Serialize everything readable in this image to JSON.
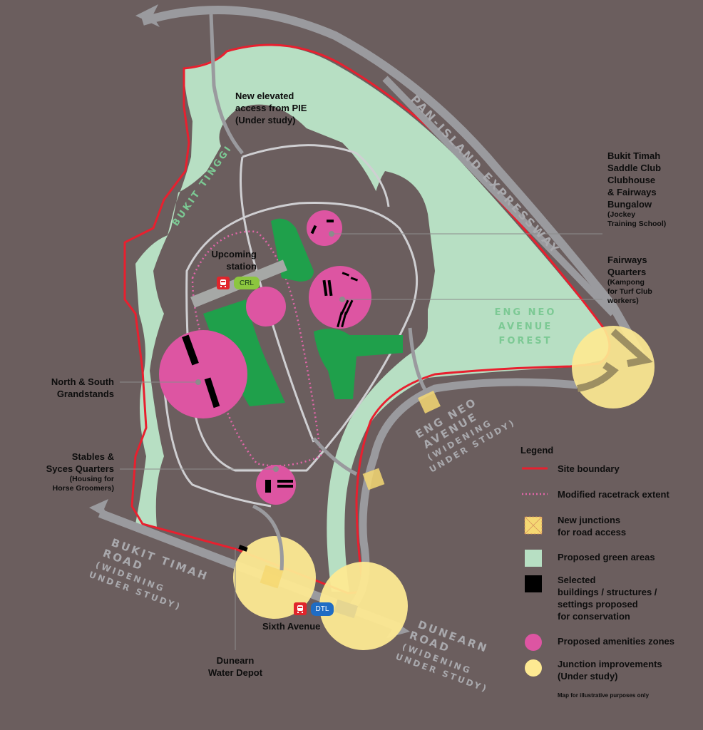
{
  "map": {
    "background": "#6b5e5e",
    "colors": {
      "site_boundary": "#e8202f",
      "racetrack_extent": "#e066a8",
      "new_junction": "#f5d873",
      "green_area": "#b7dfc3",
      "dark_green": "#1fa04b",
      "conservation": "#000000",
      "amenities": "#dd55a2",
      "junction_improvement": "#fde992",
      "road": "#9a9a9e",
      "path": "#cfcfd2"
    },
    "callouts": {
      "pie_access": {
        "line1": "New elevated",
        "line2": "access from PIE",
        "line3": "(Under study)"
      },
      "saddle_club": {
        "line1": "Bukit Timah",
        "line2": "Saddle Club",
        "line3": "Clubhouse",
        "line4": "& Fairways",
        "line5": "Bungalow",
        "sub1": "(Jockey",
        "sub2": "Training School)"
      },
      "fairways_quarters": {
        "line1": "Fairways",
        "line2": "Quarters",
        "sub1": "(Kampong",
        "sub2": "for Turf Club",
        "sub3": "workers)"
      },
      "upcoming_station": {
        "line1": "Upcoming",
        "line2": "station"
      },
      "grandstands": {
        "line1": "North & South",
        "line2": "Grandstands"
      },
      "stables": {
        "line1": "Stables &",
        "line2": "Syces Quarters",
        "sub1": "(Housing for",
        "sub2": "Horse Groomers)"
      },
      "water_depot": {
        "line1": "Dunearn",
        "line2": "Water Depot"
      },
      "sixth_avenue": {
        "label": "Sixth Avenue"
      }
    },
    "stations": {
      "crl": {
        "icon": "train-icon",
        "line": "CRL",
        "color": "#8cc63f"
      },
      "dtl": {
        "icon": "train-icon",
        "line": "DTL",
        "color": "#1f6cc4"
      }
    },
    "road_labels": {
      "pie": "PAN-ISLAND EXPRESSWAY",
      "bukit_timah": {
        "line1": "BUKIT TIMAH",
        "line2": "ROAD",
        "line3": "(WIDENING",
        "line4": "UNDER STUDY)"
      },
      "dunearn": {
        "line1": "DUNEARN",
        "line2": "ROAD",
        "line3": "(WIDENING",
        "line4": "UNDER STUDY)"
      },
      "eng_neo": {
        "line1": "ENG NEO",
        "line2": "AVENUE",
        "line3": "(WIDENING",
        "line4": "UNDER STUDY)"
      }
    },
    "area_labels": {
      "bukit_tinggi": "BUKIT TINGGI",
      "forest": {
        "line1": "ENG NEO",
        "line2": "AVENUE",
        "line3": "FOREST"
      }
    }
  },
  "legend": {
    "title": "Legend",
    "items": [
      {
        "label": "Site boundary",
        "symbol": "red-line"
      },
      {
        "label": "Modified racetrack extent",
        "symbol": "pink-dotted-line"
      },
      {
        "label1": "New junctions",
        "label2": "for road access",
        "symbol": "yellow-cross-square"
      },
      {
        "label": "Proposed green areas",
        "symbol": "light-green-square"
      },
      {
        "label1": "Selected",
        "label2": "buildings / structures /",
        "label3": "settings proposed",
        "label4": "for conservation",
        "symbol": "black-square"
      },
      {
        "label": "Proposed amenities zones",
        "symbol": "pink-circle"
      },
      {
        "label1": "Junction improvements",
        "label2": "(Under study)",
        "symbol": "yellow-circle"
      }
    ],
    "note": "Map for illustrative purposes only"
  }
}
